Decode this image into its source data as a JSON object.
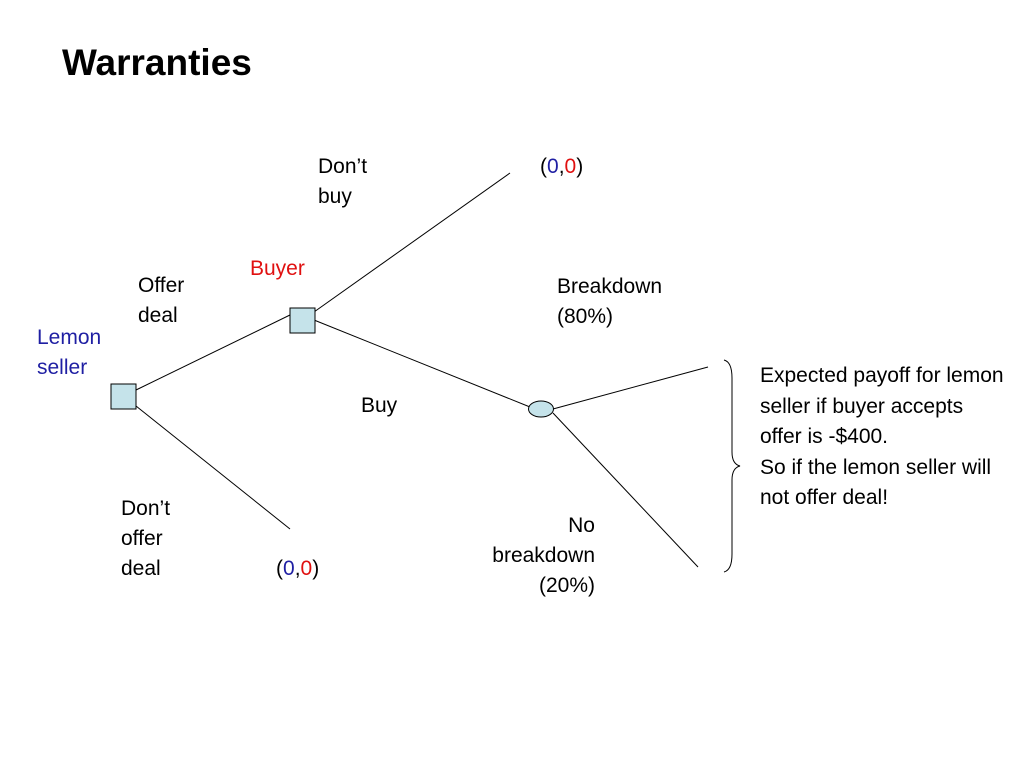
{
  "title": "Warranties",
  "nodes": {
    "lemon_seller": "Lemon\nseller",
    "buyer": "Buyer"
  },
  "branches": {
    "offer_deal": "Offer\ndeal",
    "dont_offer_deal": "Don’t\noffer\ndeal",
    "dont_buy": "Don’t\nbuy",
    "buy": "Buy",
    "breakdown": "Breakdown\n(80%)",
    "no_breakdown": "No\nbreakdown\n(20%)"
  },
  "payoffs": {
    "dont_buy": {
      "open": "(",
      "seller": "0",
      "sep": ",",
      "buyer": "0",
      "close": ")"
    },
    "dont_offer": {
      "open": "(",
      "seller": "0",
      "sep": ",",
      "buyer": "0",
      "close": ")"
    }
  },
  "note": {
    "lines": [
      "Expected payoff for lemon seller if buyer accepts offer is -$400.",
      "So if the lemon seller will not offer deal!"
    ]
  },
  "colors": {
    "seller": "#1f1fa3",
    "buyer": "#e01010",
    "node_fill": "#c5e3ea",
    "line": "#000000"
  }
}
